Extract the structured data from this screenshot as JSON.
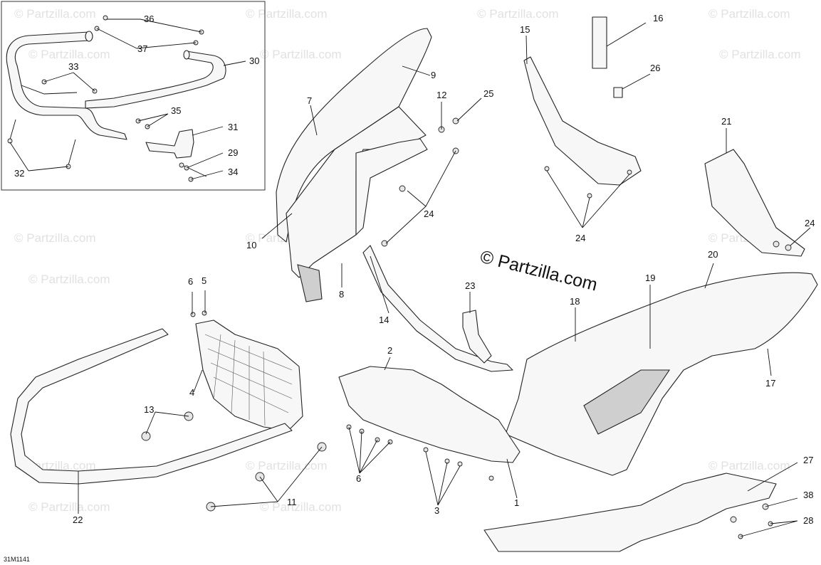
{
  "diagram": {
    "document_code": "31M1141",
    "watermark_main": "© Partzilla.com",
    "watermark_repeat": "© Partzilla.com",
    "callouts": {
      "c1": "1",
      "c2": "2",
      "c3": "3",
      "c4": "4",
      "c5": "5",
      "c6a": "6",
      "c6b": "6",
      "c7": "7",
      "c8": "8",
      "c9": "9",
      "c10": "10",
      "c11": "11",
      "c12": "12",
      "c13": "13",
      "c14": "14",
      "c15": "15",
      "c16": "16",
      "c17": "17",
      "c18": "18",
      "c19": "19",
      "c20": "20",
      "c21": "21",
      "c22": "22",
      "c23": "23",
      "c24a": "24",
      "c24b": "24",
      "c24c": "24",
      "c25": "25",
      "c26": "26",
      "c27": "27",
      "c28": "28",
      "c29": "29",
      "c30": "30",
      "c31": "31",
      "c32": "32",
      "c33": "33",
      "c34": "34",
      "c35": "35",
      "c36": "36",
      "c37": "37",
      "c38": "38"
    }
  }
}
